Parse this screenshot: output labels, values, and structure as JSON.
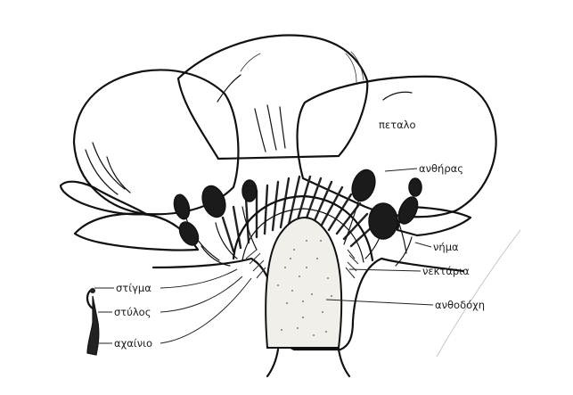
{
  "diagram": {
    "labels": {
      "petal": "πεταλο",
      "anther": "ανθήρας",
      "filament": "νήμα",
      "nectary": "νεκτάρια",
      "receptacle": "ανθοδόχη",
      "stigma": "στίγμα",
      "style": "στύλος",
      "achene": "αχαίνιο"
    }
  }
}
